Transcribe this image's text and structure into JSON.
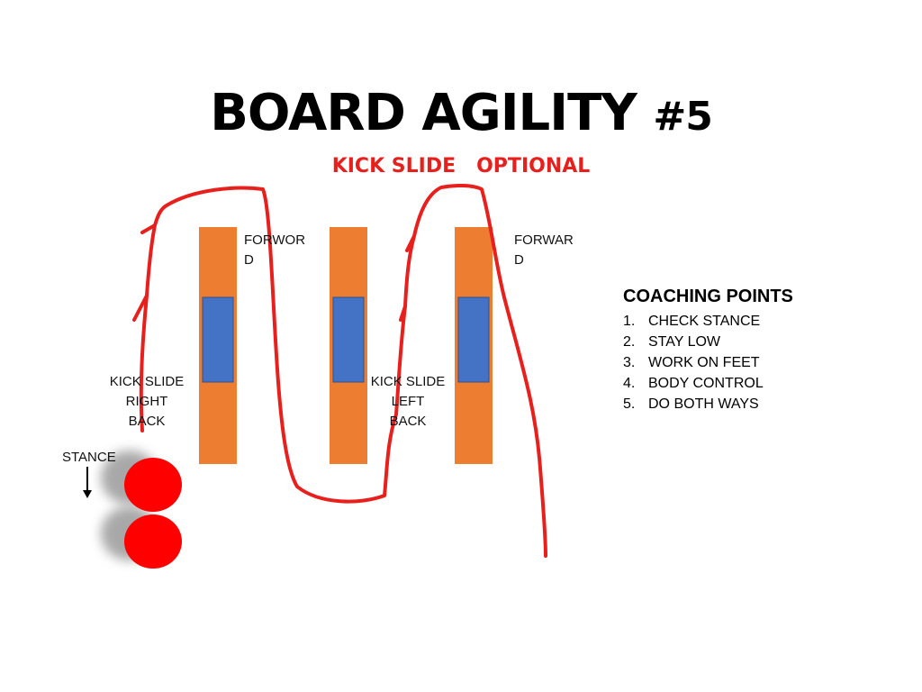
{
  "title": {
    "main": "BOARD AGILITY",
    "number": "#5",
    "subtitle": "KICK SLIDE   OPTIONAL"
  },
  "labels": {
    "forward_1": [
      "FORWOR",
      "D"
    ],
    "forward_2": [
      "FORWAR",
      "D"
    ],
    "kick_slide_right": [
      "KICK SLIDE",
      "RIGHT",
      "BACK"
    ],
    "kick_slide_left": [
      "KICK SLIDE",
      "LEFT",
      "BACK"
    ],
    "stance": "STANCE"
  },
  "coaching": {
    "heading": "COACHING POINTS",
    "items": [
      {
        "n": "1.",
        "text": "CHECK STANCE"
      },
      {
        "n": "2.",
        "text": "STAY LOW"
      },
      {
        "n": "3.",
        "text": "WORK ON FEET"
      },
      {
        "n": "4.",
        "text": "BODY CONTROL"
      },
      {
        "n": "5.",
        "text": "DO BOTH WAYS"
      }
    ]
  },
  "colors": {
    "board": "#ed7d31",
    "board_center": "#4472c4",
    "path": "#e8201d",
    "player": "#ff0000",
    "shadow": "#9a9a9a"
  }
}
